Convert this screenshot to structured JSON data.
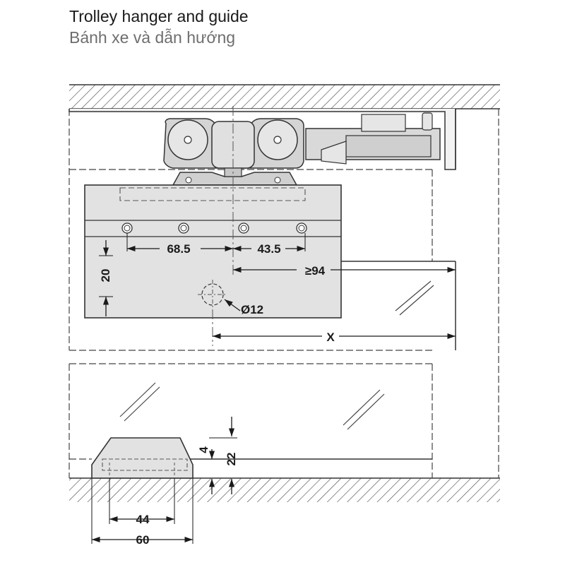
{
  "header": {
    "title": "Trolley hanger and guide",
    "subtitle": "Bánh xe và dẫn hướng"
  },
  "dimensions": {
    "d_68_5": "68.5",
    "d_43_5": "43.5",
    "d_94": "≥94",
    "d_20": "20",
    "d_12": "Ø12",
    "d_x": "X",
    "d_4": "4",
    "d_22": "22",
    "d_44": "44",
    "d_60": "60"
  },
  "colors": {
    "line": "#333333",
    "fill_part": "#e2e2e2",
    "fill_dark": "#bdbdbd",
    "hatch": "#444444"
  }
}
